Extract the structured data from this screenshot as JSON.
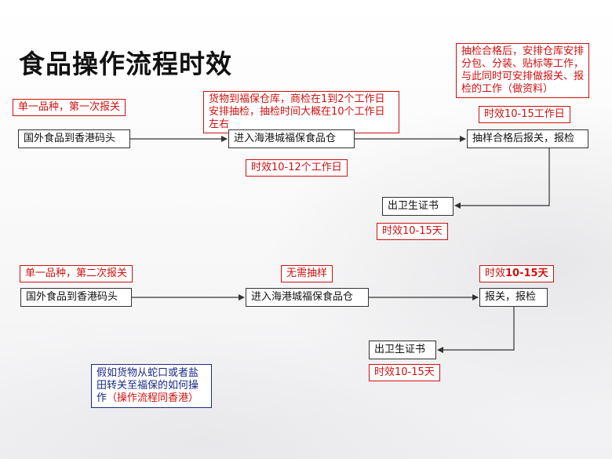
{
  "title": "食品操作流程时效",
  "flow1": {
    "label": "单一品种，第一次报关",
    "step1": "国外食品到香港码头",
    "step2": "进入海港城福保食品仓",
    "step3": "抽样合格后报关，报检",
    "step4": "出卫生证书",
    "note_top_mid": "货物到福保仓库，商检在1到2个工作日安排抽检，抽检时间大概在10个工作日左右",
    "note_mid_time": "时效10-12个工作日",
    "note_top_right": "抽检合格后，安排仓库安排分包、分装、贴标等工作，与此同时可安排做报关、报检的工作（做资料）",
    "note_right_time": "时效10-15工作日",
    "note_cert_time": "时效10-15天"
  },
  "flow2": {
    "label": "单一品种，第二次报关",
    "step1": "国外食品到香港码头",
    "step2": "进入海港城福保食品仓",
    "step3": "报关，报检",
    "step4": "出卫生证书",
    "note_mid": "无需抽样",
    "note_right_time_prefix": "时效",
    "note_right_time_value": "10-15天",
    "note_cert_time": "时效10-15天"
  },
  "note_blue": {
    "text": "假如货物从蛇口或者盐田转关至福保的如何操作",
    "highlight": "（操作流程同香港）"
  },
  "colors": {
    "accent_red": "#d01010",
    "blue": "#1a2a8a",
    "line": "#333333"
  }
}
